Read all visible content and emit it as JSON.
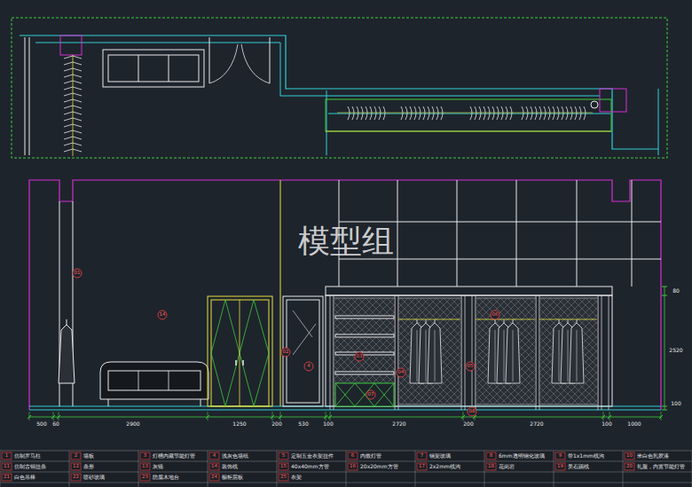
{
  "diagram": {
    "labels": [
      "模型组",
      "500",
      "60",
      "2900",
      "1250",
      "200",
      "530",
      "100",
      "2720",
      "200",
      "2720",
      "100",
      "1000",
      "80",
      "2520",
      "100",
      "01",
      "14",
      "02",
      "4",
      "03",
      "04",
      "05",
      "06",
      "07",
      "08",
      "1",
      "仿制罗马柱",
      "2",
      "墙板",
      "3",
      "灯槽内藏节能灯管",
      "4",
      "浅灰色墙纸",
      "5",
      "定制五金衣架挂件",
      "6",
      "内嵌灯管",
      "7",
      "钢架玻璃",
      "8",
      "6mm透明钢化玻璃",
      "9",
      "带1x1mm线沟",
      "10",
      "米白色乳胶漆",
      "11",
      "仿制古铜挂条",
      "12",
      "条形",
      "13",
      "灰镜",
      "14",
      "装饰线",
      "15",
      "40x40mm方管",
      "16",
      "20x20mm方管",
      "17",
      "2x2mm线沟",
      "18",
      "花岗岩",
      "19",
      "美石踢线",
      "20",
      "礼服，内置节能灯管",
      "21",
      "白色吊棒",
      "22",
      "喷砂玻璃",
      "23",
      "防腐木地台",
      "24",
      "橱柜层板",
      "25",
      "衣架"
    ]
  }
}
